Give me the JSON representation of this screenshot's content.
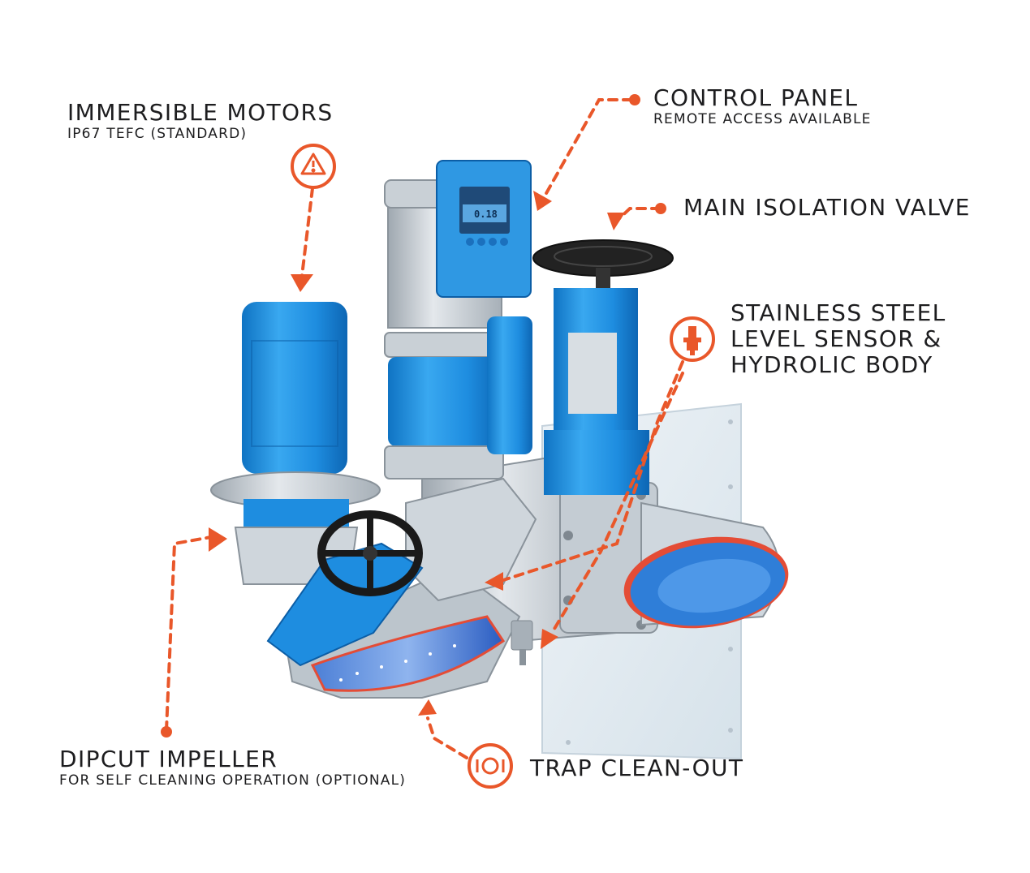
{
  "accent_color": "#e9572a",
  "labels": {
    "immersible_motors": {
      "title": "IMMERSIBLE MOTORS",
      "subtitle": "IP67 TEFC (STANDARD)",
      "icon": "warning-triangle-icon"
    },
    "control_panel": {
      "title": "CONTROL PANEL",
      "subtitle": "REMOTE ACCESS AVAILABLE"
    },
    "main_isolation_valve": {
      "title": "MAIN ISOLATION VALVE"
    },
    "level_sensor": {
      "line1": "STAINLESS STEEL",
      "line2": "LEVEL SENSOR &",
      "line3": "HYDROLIC BODY",
      "icon": "level-sensor-icon"
    },
    "dipcut_impeller": {
      "title": "DIPCUT IMPELLER",
      "subtitle": "FOR SELF CLEANING OPERATION (OPTIONAL)"
    },
    "trap_cleanout": {
      "title": "TRAP CLEAN-OUT",
      "icon": "trap-cleanout-icon"
    }
  },
  "control_panel_display": {
    "value": "0.18"
  }
}
